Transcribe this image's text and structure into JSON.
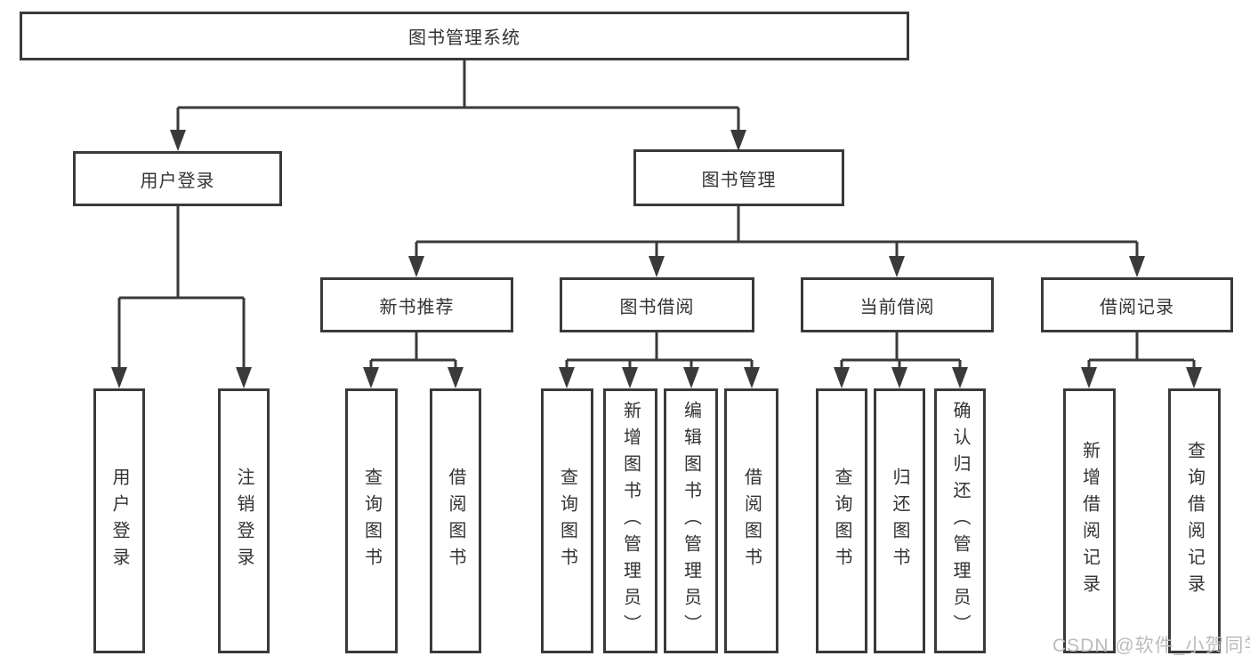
{
  "nodes": {
    "root": {
      "label": "图书管理系统"
    },
    "level2": [
      {
        "label": "用户登录"
      },
      {
        "label": "图书管理"
      }
    ],
    "level3": [
      {
        "label": "新书推荐"
      },
      {
        "label": "图书借阅"
      },
      {
        "label": "当前借阅"
      },
      {
        "label": "借阅记录"
      }
    ],
    "leaves": {
      "user_login": [
        "用户登录",
        "注销登录"
      ],
      "new_books": [
        "查询图书",
        "借阅图书"
      ],
      "book_borrow": [
        "查询图书",
        "新增图书（管理员）",
        "编辑图书（管理员）",
        "借阅图书"
      ],
      "current_borrow": [
        "查询图书",
        "归还图书",
        "确认归还（管理员）"
      ],
      "borrow_records": [
        "新增借阅记录",
        "查询借阅记录"
      ]
    }
  },
  "watermark": {
    "text": "CSDN @软件_小贺同学"
  },
  "colors": {
    "line": "#3a3a3a",
    "text": "#333333",
    "boxbg": "#ffffff",
    "pagebg": "#ffffff",
    "watermark": "#bcbcbc"
  }
}
